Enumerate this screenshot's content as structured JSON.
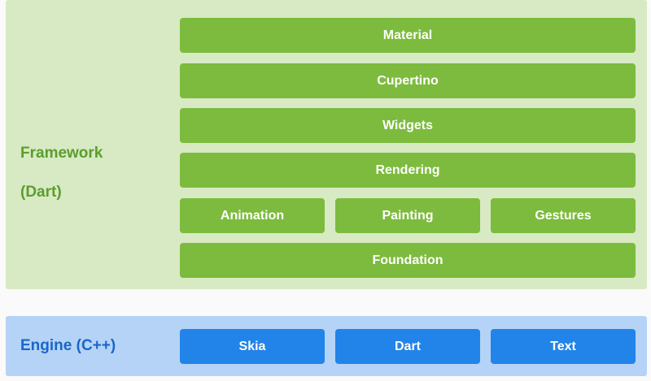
{
  "colors": {
    "framework_panel_bg": "#d8eac4",
    "framework_label": "#5a9e2c",
    "framework_block": "#7cbb3d",
    "engine_panel_bg": "#b4d3f6",
    "engine_label": "#1b66c9",
    "engine_block": "#2283e9"
  },
  "framework": {
    "label_line1": "Framework",
    "label_line2": "(Dart)",
    "layers": [
      {
        "label": "Material"
      },
      {
        "label": "Cupertino"
      },
      {
        "label": "Widgets"
      },
      {
        "label": "Rendering"
      },
      {
        "label": "Animation"
      },
      {
        "label": "Painting"
      },
      {
        "label": "Gestures"
      },
      {
        "label": "Foundation"
      }
    ]
  },
  "engine": {
    "label": "Engine (C++)",
    "components": [
      {
        "label": "Skia"
      },
      {
        "label": "Dart"
      },
      {
        "label": "Text"
      }
    ]
  }
}
